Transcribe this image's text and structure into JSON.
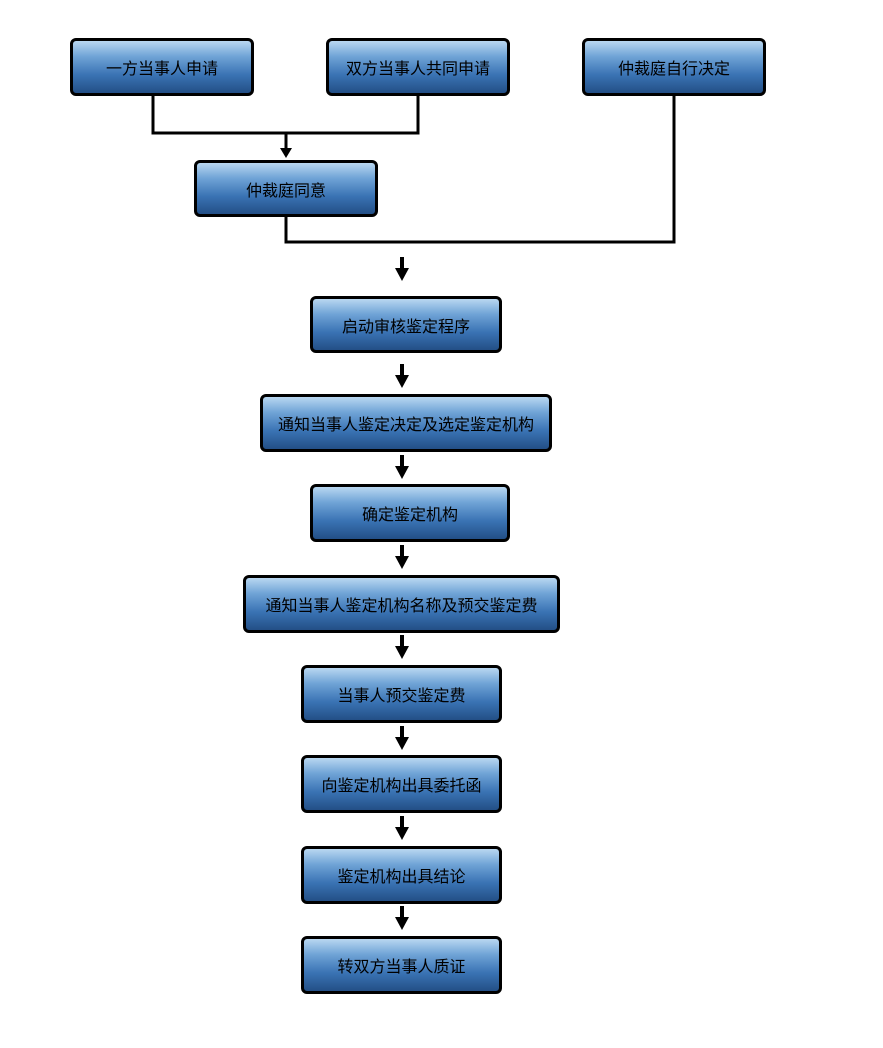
{
  "colors": {
    "box_top": "#b9d7f1",
    "box_bottom": "#234f86",
    "line": "#000000",
    "text": "#000000"
  },
  "nodes": {
    "apply_one_party": "一方当事人申请",
    "apply_both_parties": "双方当事人共同申请",
    "tribunal_decides": "仲裁庭自行决定",
    "tribunal_agrees": "仲裁庭同意",
    "start_review": "启动审核鉴定程序",
    "notify_decision": "通知当事人鉴定决定及选定鉴定机构",
    "confirm_institution": "确定鉴定机构",
    "notify_institution_fee": "通知当事人鉴定机构名称及预交鉴定费",
    "parties_prepay": "当事人预交鉴定费",
    "issue_letter": "向鉴定机构出具委托函",
    "institution_conclusion": "鉴定机构出具结论",
    "cross_examination": "转双方当事人质证"
  }
}
